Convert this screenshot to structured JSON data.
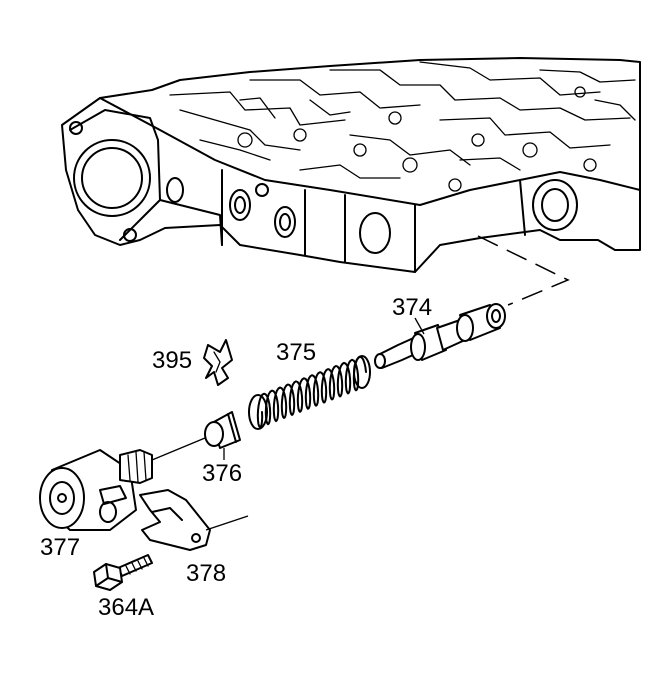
{
  "callouts": {
    "c374": "374",
    "c375": "375",
    "c376": "376",
    "c377": "377",
    "c378": "378",
    "c395": "395",
    "c364a": "364A"
  },
  "colors": {
    "ink": "#000000",
    "paper": "#ffffff"
  }
}
